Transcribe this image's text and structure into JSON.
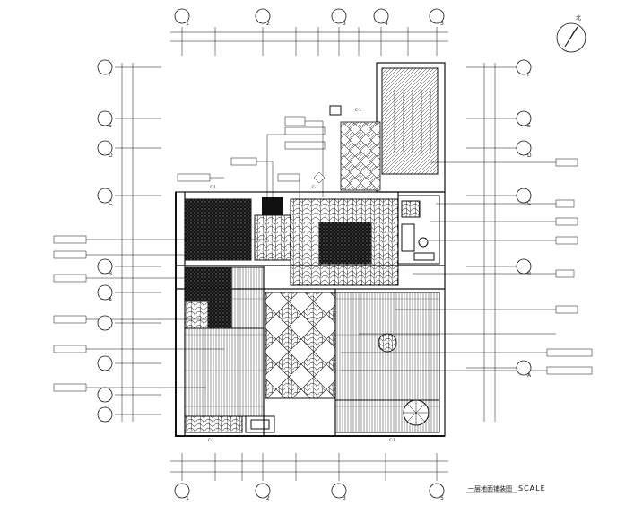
{
  "drawing": {
    "title": "一层地面铺装图",
    "scale_label": "SCALE",
    "north_label": "北"
  },
  "axes": {
    "top": [
      "1",
      "2",
      "3",
      "4",
      "5"
    ],
    "bottom": [
      "1",
      "2",
      "3",
      "5"
    ],
    "left": [
      "F",
      "E",
      "D",
      "C",
      "B",
      "A"
    ],
    "right": [
      "F",
      "E",
      "D",
      "C",
      "B",
      "A"
    ]
  },
  "room_tags": [
    "C-1",
    "C-1",
    "C-1",
    "C-1",
    "C-1"
  ],
  "colors": {
    "line": "#111111",
    "hatch": "#222222",
    "fill_dark": "#111111",
    "background": "#ffffff"
  },
  "icons": [
    "north-arrow-icon"
  ]
}
